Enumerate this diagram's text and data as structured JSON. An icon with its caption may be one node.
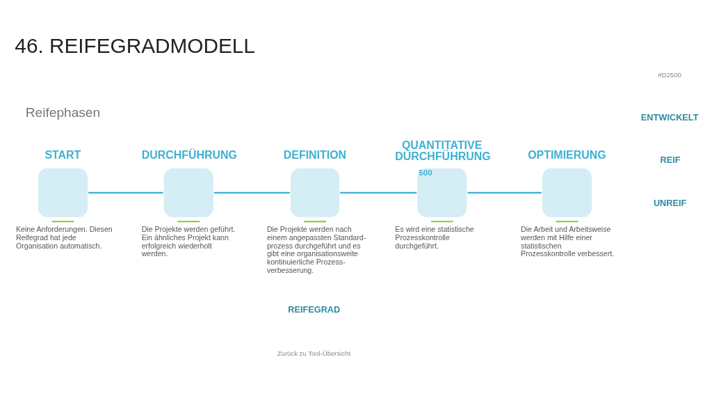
{
  "diagram": {
    "title": "46. REIFEGRADMODELL",
    "nodes": [
      {
        "text": [
          "START"
        ],
        "beside": [
          "Keine Anforderungen. Diesen Reifegrad hat jede Organisation automatisch."
        ]
      },
      {
        "text": [
          "DURCHFÜHRUNG"
        ],
        "beside": [
          "Die Projekte werden geführt. Ein ähnliches Projekt kann erfolgreich wiederholt werden."
        ]
      },
      {
        "text": [
          "DEFINITION"
        ],
        "beside": [
          "Die Projekte werden nach einem angepassten Standard- prozess durchgeführt und es gibt eine organisationsweite kontinuierliche Prozess- verbesserung."
        ]
      },
      {
        "text": [
          "QUANTITATIVE DURCHFÜHRUNG",
          "500"
        ],
        "beside": [
          "Es wird eine statistische Prozesskontrolle durchgeführt."
        ]
      },
      {
        "text": [
          "OPTIMIERUNG"
        ],
        "beside": [
          "Die Arbeit und Arbeitsweise werden mit Hilfe einer statistischen Prozesskontrolle verbessert."
        ]
      }
    ],
    "edges": [
      {
        "from": 0,
        "to": 1,
        "arrow": "none"
      },
      {
        "from": 1,
        "to": 2,
        "arrow": "none"
      },
      {
        "from": 2,
        "to": 3,
        "arrow": "none"
      },
      {
        "from": 3,
        "to": 4,
        "arrow": "none"
      }
    ],
    "labels": [
      "#D2500",
      "Reifephasen",
      "ENTWICKELT",
      "REIF",
      "UNREIF",
      "REIFEGRAD",
      "Zurück zu Tool-Übersicht"
    ]
  }
}
